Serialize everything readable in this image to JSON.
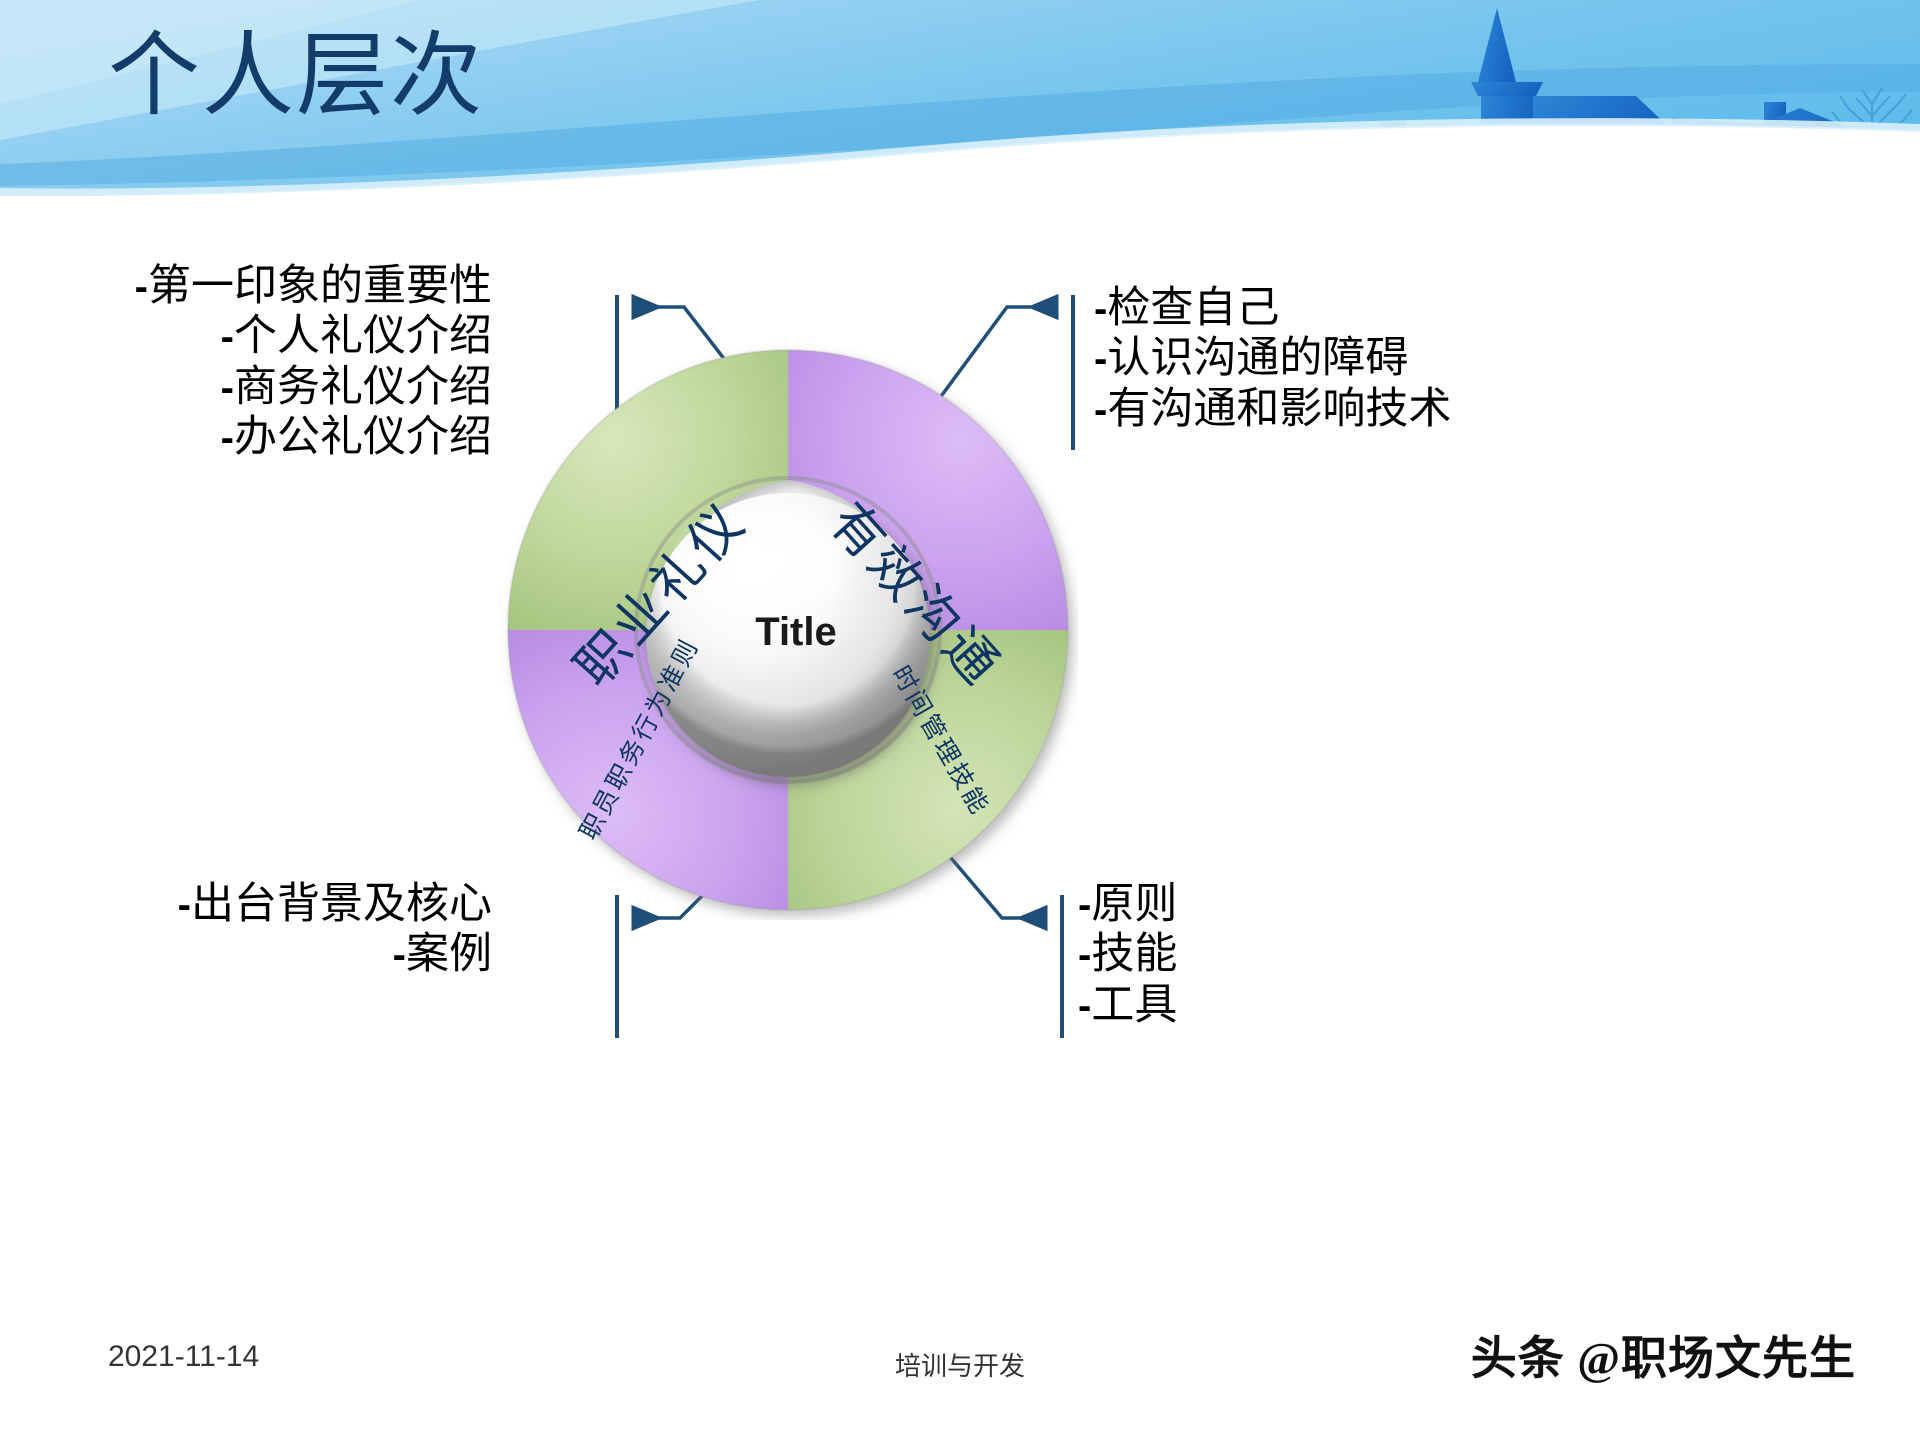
{
  "slide": {
    "title": "个人层次",
    "title_color": "#143C6B",
    "background": "#FFFFFF"
  },
  "header": {
    "banner_top_color": "#A8D8F0",
    "banner_bottom_color": "#6FC3EE",
    "silhouette_color": "#1E7FD4",
    "wave_color": "#FFFFFF",
    "icon": "village-church-silhouette"
  },
  "diagram": {
    "type": "donut-four-quadrant",
    "center_label": "Title",
    "center_style": "glossy-3d-sphere",
    "segments": [
      {
        "id": "top-left",
        "label": "职业礼仪",
        "color": "#B5CE8E",
        "text_color": "#0F3562"
      },
      {
        "id": "top-right",
        "label": "有效沟通",
        "color": "#C9A0EE",
        "text_color": "#0F3562"
      },
      {
        "id": "bottom-left",
        "label": "职员职务行为准则",
        "color": "#C9A0EE",
        "text_color": "#0F3562"
      },
      {
        "id": "bottom-right",
        "label": "时间管理技能",
        "color": "#B5CE8E",
        "text_color": "#0F3562"
      }
    ],
    "connector_color": "#1F4E79"
  },
  "callouts": {
    "top_left": {
      "anchor_segment": "职业礼仪",
      "lines": [
        "第一印象的重要性",
        "个人礼仪介绍",
        "商务礼仪介绍",
        "办公礼仪介绍"
      ]
    },
    "top_right": {
      "anchor_segment": "有效沟通",
      "lines": [
        "检查自己",
        "认识沟通的障碍",
        "有沟通和影响技术"
      ]
    },
    "bottom_left": {
      "anchor_segment": "职员职务行为准则",
      "lines": [
        "出台背景及核心",
        "案例"
      ]
    },
    "bottom_right": {
      "anchor_segment": "时间管理技能",
      "lines": [
        "原则",
        "技能",
        "工具"
      ]
    },
    "bullet_dash": "-"
  },
  "footer": {
    "date": "2021-11-14",
    "center_text": "培训与开发",
    "watermark": "头条 @职场文先生"
  }
}
